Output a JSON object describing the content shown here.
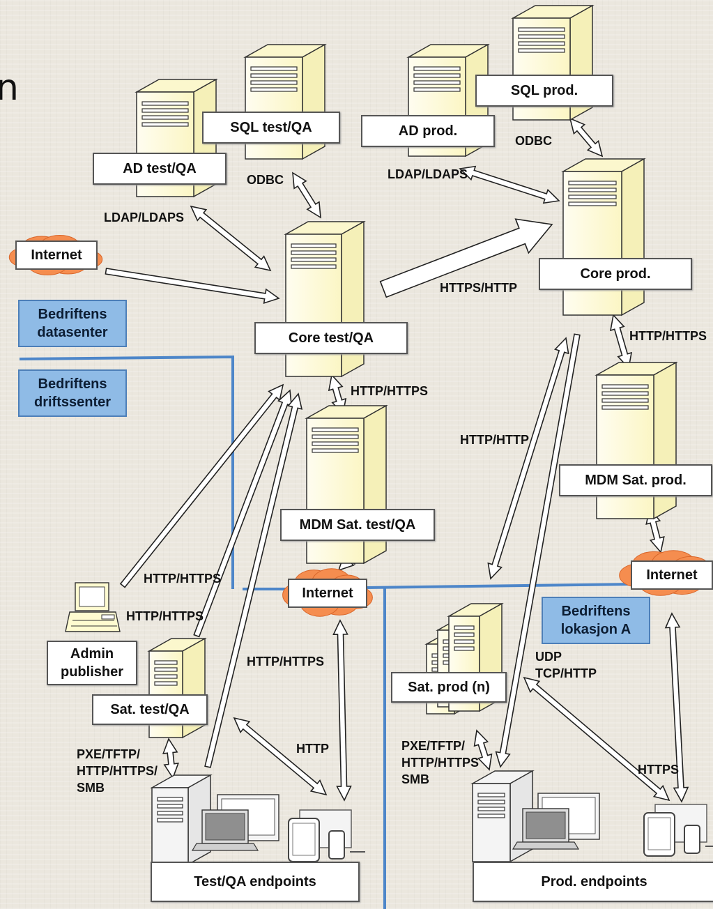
{
  "title_fragment": "n",
  "servers": {
    "ad_test": "AD test/QA",
    "sql_test": "SQL test/QA",
    "ad_prod": "AD prod.",
    "sql_prod": "SQL prod.",
    "core_test": "Core test/QA",
    "core_prod": "Core prod.",
    "mdm_sat_test": "MDM Sat. test/QA",
    "mdm_sat_prod": "MDM Sat. prod.",
    "sat_test": "Sat. test/QA",
    "sat_prod": "Sat. prod (n)"
  },
  "internet": {
    "left": "Internet",
    "middle": "Internet",
    "right": "Internet"
  },
  "zones": {
    "datasenter": [
      "Bedriftens",
      "datasenter"
    ],
    "driftssenter": [
      "Bedriftens",
      "driftssenter"
    ],
    "lokasjon": [
      "Bedriftens",
      "lokasjon A"
    ]
  },
  "admin": [
    "Admin",
    "publisher"
  ],
  "endpoints": {
    "test": "Test/QA endpoints",
    "prod": "Prod. endpoints"
  },
  "protocols": {
    "odbc_test": "ODBC",
    "odbc_prod": "ODBC",
    "ldap_test": "LDAP/LDAPS",
    "ldap_prod": "LDAP/LDAPS",
    "https_http_core": "HTTPS/HTTP",
    "http_https_core_prod": "HTTP/HTTPS",
    "http_https_core_test": "HTTP/HTTPS",
    "http_http_prod": "HTTP/HTTP",
    "http_https_admin1": "HTTP/HTTPS",
    "http_https_admin2": "HTTP/HTTPS",
    "http_https_mid": "HTTP/HTTPS",
    "http_test": "HTTP",
    "pxe_test": [
      "PXE/TFTP/",
      "HTTP/HTTPS/",
      "SMB"
    ],
    "pxe_prod": [
      "PXE/TFTP/",
      "HTTP/HTTPS",
      "SMB"
    ],
    "udp_tcp": [
      "UDP",
      "TCP/HTTP"
    ],
    "https_prod": "HTTPS"
  }
}
